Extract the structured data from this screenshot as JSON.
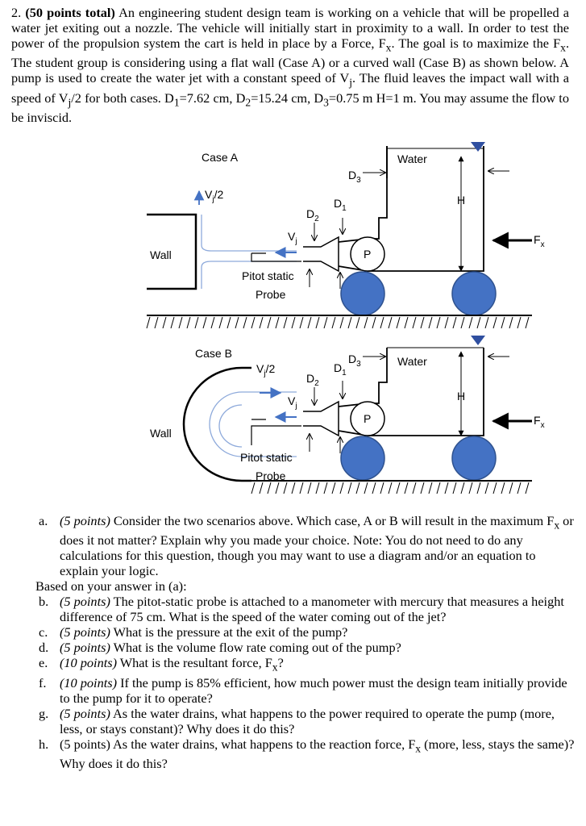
{
  "intro": {
    "number": "2. ",
    "points": "(50 points total)",
    "text1": " An engineering student design team is working on a vehicle that will be propelled a water jet exiting out a nozzle. The vehicle will initially start in proximity to a wall. In order to test the power of the propulsion system the cart is held in place by a Force, F",
    "sub_x1": "x",
    "text2": ". The goal is to maximize the F",
    "sub_x2": "x",
    "text3": ". The student group is considering using a flat wall (Case A) or a curved wall (Case B) as shown below. A pump is used to create the water jet with a constant speed of V",
    "sub_j1": "j",
    "text4": ". The fluid leaves the impact wall with a speed of V",
    "sub_j2": "j",
    "text5": "/2 for both cases. D",
    "sub_1": "1",
    "text6": "=7.62 cm, D",
    "sub_2": "2",
    "text7": "=15.24 cm, D",
    "sub_3": "3",
    "text8": "=0.75 m H=1 m. You may assume the flow to be inviscid."
  },
  "diagram": {
    "case_a": "Case A",
    "case_b": "Case B",
    "wall": "Wall",
    "water": "Water",
    "v_half": "V",
    "v_half_sub": "j",
    "v_half_tail": "/2",
    "d": "D",
    "d1_sub": "1",
    "d2_sub": "2",
    "d3_sub": "3",
    "vj": "V",
    "vj_sub": "j",
    "pitot_line1": "Pitot static",
    "pitot_line2": "Probe",
    "pump": "P",
    "h": "H",
    "fx": "F",
    "fx_sub": "x",
    "colors": {
      "wheel": "#4472c4",
      "water_level": "#2f4fa0",
      "flow_arrow": "#4472c4",
      "jet_line": "#8eaadb"
    }
  },
  "questions": {
    "a": {
      "label": "a.",
      "points": "(5 points)",
      "text": " Consider the two scenarios above. Which case, A or B will result in the maximum F",
      "sub": "x",
      "text2": " or does it not matter? Explain why you made your choice. Note: You do not need to do any calculations for this question, though you may want to use a diagram and/or an equation to explain your logic."
    },
    "based": "Based on your answer in (a):",
    "b": {
      "label": "b.",
      "points": "(5 points)",
      "text": " The pitot-static probe is attached to a manometer with mercury that measures a height difference of 75 cm. What is the speed of the water coming out of the jet?"
    },
    "c": {
      "label": "c.",
      "points": "(5 points)",
      "text": " What is the pressure at the exit of the pump?"
    },
    "d": {
      "label": "d.",
      "points": "(5 points)",
      "text": " What is the volume flow rate coming out of the pump?"
    },
    "e": {
      "label": "e.",
      "points": "(10 points)",
      "text": " What is the resultant force, F",
      "sub": "x",
      "text2": "?"
    },
    "f": {
      "label": "f.",
      "points": "(10 points)",
      "text": " If the pump is 85% efficient, how much power must the design team initially provide to the pump for it to operate?"
    },
    "g": {
      "label": "g.",
      "points": "(5 points)",
      "text": " As the water drains, what happens to the power required to operate the pump (more, less, or stays constant)? Why does it do this?"
    },
    "h": {
      "label": "h.",
      "points": "(5 points)",
      "text": " As the water drains, what happens to the reaction force, F",
      "sub": "x",
      "text2": " (more, less, stays the same)? Why does it do this?"
    }
  }
}
